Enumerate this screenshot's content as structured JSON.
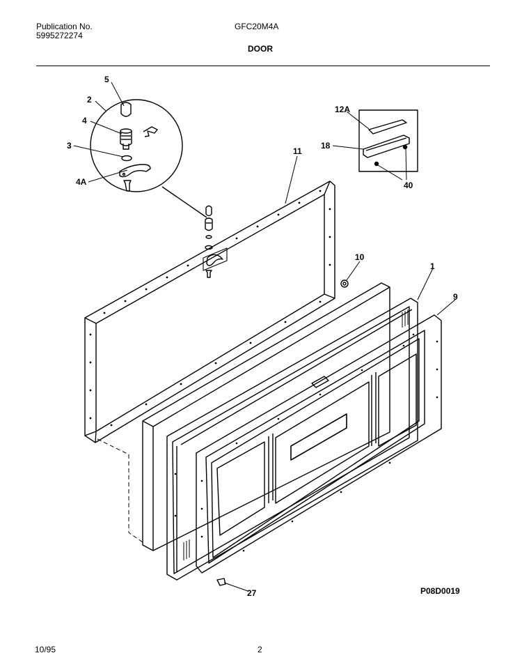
{
  "header": {
    "publication_label": "Publication No.",
    "publication_number": "5995272274",
    "model": "GFC20M4A",
    "section": "DOOR"
  },
  "callouts": {
    "c5": "5",
    "c2": "2",
    "c4": "4",
    "c3": "3",
    "c4a": "4A",
    "c11": "11",
    "c12a": "12A",
    "c18": "18",
    "c40": "40",
    "c10": "10",
    "c1": "1",
    "c9": "9",
    "c27": "27"
  },
  "drawing_code": "P08D0019",
  "footer": {
    "date": "10/95",
    "page": "2"
  }
}
